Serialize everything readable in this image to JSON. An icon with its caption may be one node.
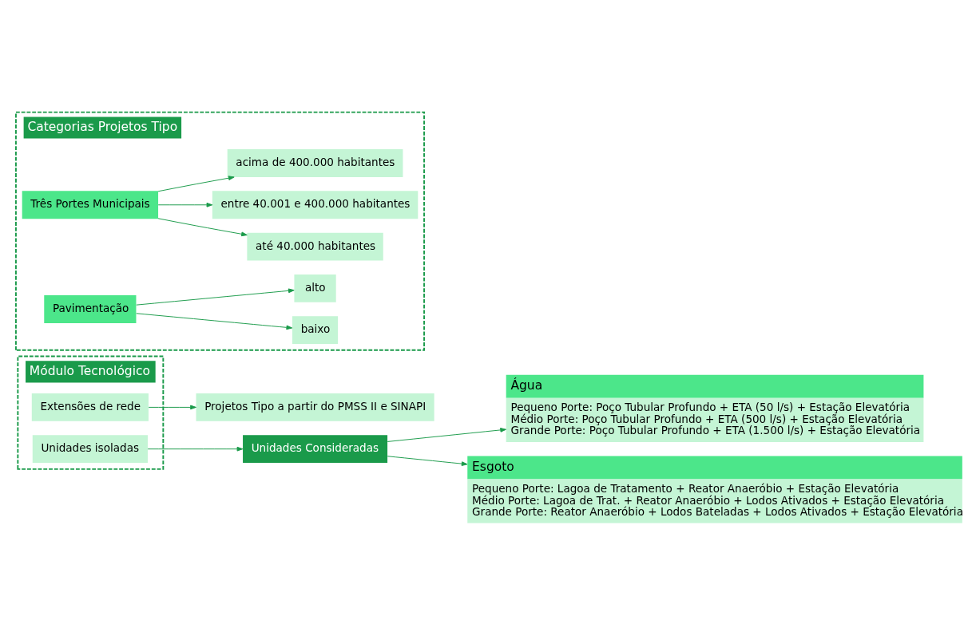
{
  "diagram": {
    "nodes": [
      {
        "text": [
          "Módulo Tecnológico"
        ]
      },
      {
        "text": [
          "Extensões de rede"
        ],
        "in": 0
      },
      {
        "text": [
          "Unidades isoladas"
        ],
        "in": 0
      },
      {
        "text": [
          "Projetos Tipo a partir do PMSS II e SINAPI"
        ]
      },
      {
        "text": [
          "Categorias Projetos Tipo"
        ]
      },
      {
        "text": [
          "Três Portes Municipais"
        ],
        "in": 4
      },
      {
        "text": [
          "até 40.000 habitantes"
        ],
        "in": 4
      },
      {
        "text": [
          "entre 40.001 e 400.000 habitantes"
        ],
        "in": 4
      },
      {
        "text": [
          "acima de 400.000 habitantes"
        ],
        "in": 4
      },
      {
        "text": [
          "Pavimentação"
        ],
        "in": 4
      },
      {
        "text": [
          "baixo"
        ],
        "in": 4
      },
      {
        "text": [
          "alto"
        ],
        "in": 4
      },
      {
        "text": [
          "Unidades Consideradas"
        ]
      },
      {
        "text": [
          "Água",
          "Pequeno Porte: Poço Tubular Profundo + ETA (50 l/s) + Estação Elevatória",
          "Médio Porte: Poço Tubular Profundo + ETA (500 l/s) + Estação Elevatória",
          "Grande Porte: Poço Tubular Profundo + ETA (1.500 l/s) + Estação Elevatória"
        ]
      },
      {
        "text": [
          "Esgoto",
          "Pequeno Porte: Lagoa de Tratamento + Reator Anaeróbio + Estação Elevatória",
          "Médio Porte: Lagoa de Trat. + Reator Anaeróbio + Lodos Ativados + Estação Elevatória",
          "Grande Porte: Reator Anaeróbio + Lodos Bateladas + Lodos Ativados + Estação Elevatória"
        ]
      }
    ],
    "edges": [
      {
        "from": 1,
        "to": 3,
        "arrow": "to"
      },
      {
        "from": 2,
        "to": 12,
        "arrow": "to"
      },
      {
        "from": 5,
        "to": 6,
        "arrow": "to"
      },
      {
        "from": 5,
        "to": 7,
        "arrow": "to"
      },
      {
        "from": 5,
        "to": 8,
        "arrow": "to"
      },
      {
        "from": 9,
        "to": 10,
        "arrow": "to"
      },
      {
        "from": 9,
        "to": 11,
        "arrow": "to"
      },
      {
        "from": 12,
        "to": 13,
        "arrow": "to"
      },
      {
        "from": 12,
        "to": 14,
        "arrow": "to"
      }
    ]
  }
}
